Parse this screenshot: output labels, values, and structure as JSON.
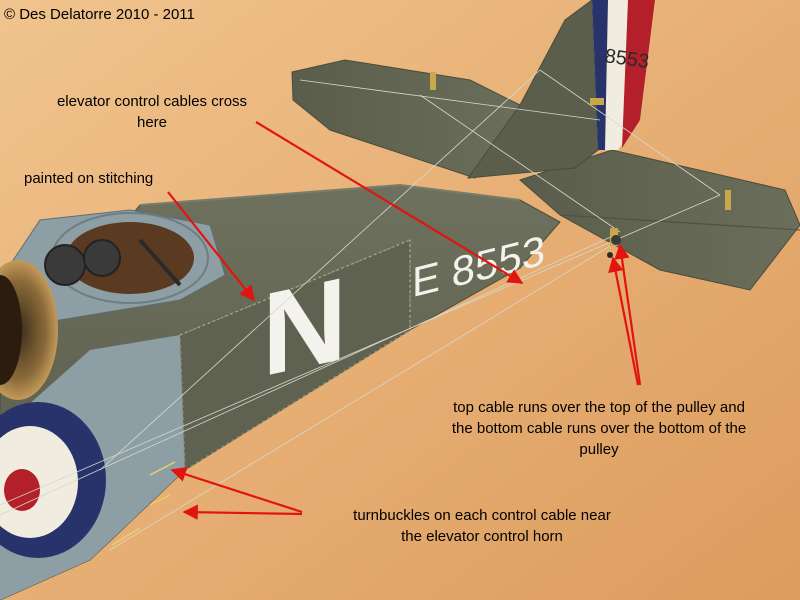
{
  "photo": {
    "copyright": "© Des Delatorre 2010 - 2011",
    "fuselage_markings": {
      "letter": "N",
      "serial": "E 8553",
      "fin_code": "8553"
    },
    "colors": {
      "background": "#e8b27a",
      "olive_drab": "#5f6250",
      "grey_blue": "#8d9ea5",
      "roundel_red": "#b3202a",
      "roundel_blue": "#27336a",
      "arrow_red": "#e1140f"
    }
  },
  "annotations": {
    "elevator": "elevator control cables cross\nhere",
    "stitching": "painted on stitching",
    "pulley": "top cable runs over the top of the pulley and\nthe bottom cable runs over the bottom of the\npulley",
    "turnbuckles": "turnbuckles on each control cable near\nthe elevator control horn"
  }
}
